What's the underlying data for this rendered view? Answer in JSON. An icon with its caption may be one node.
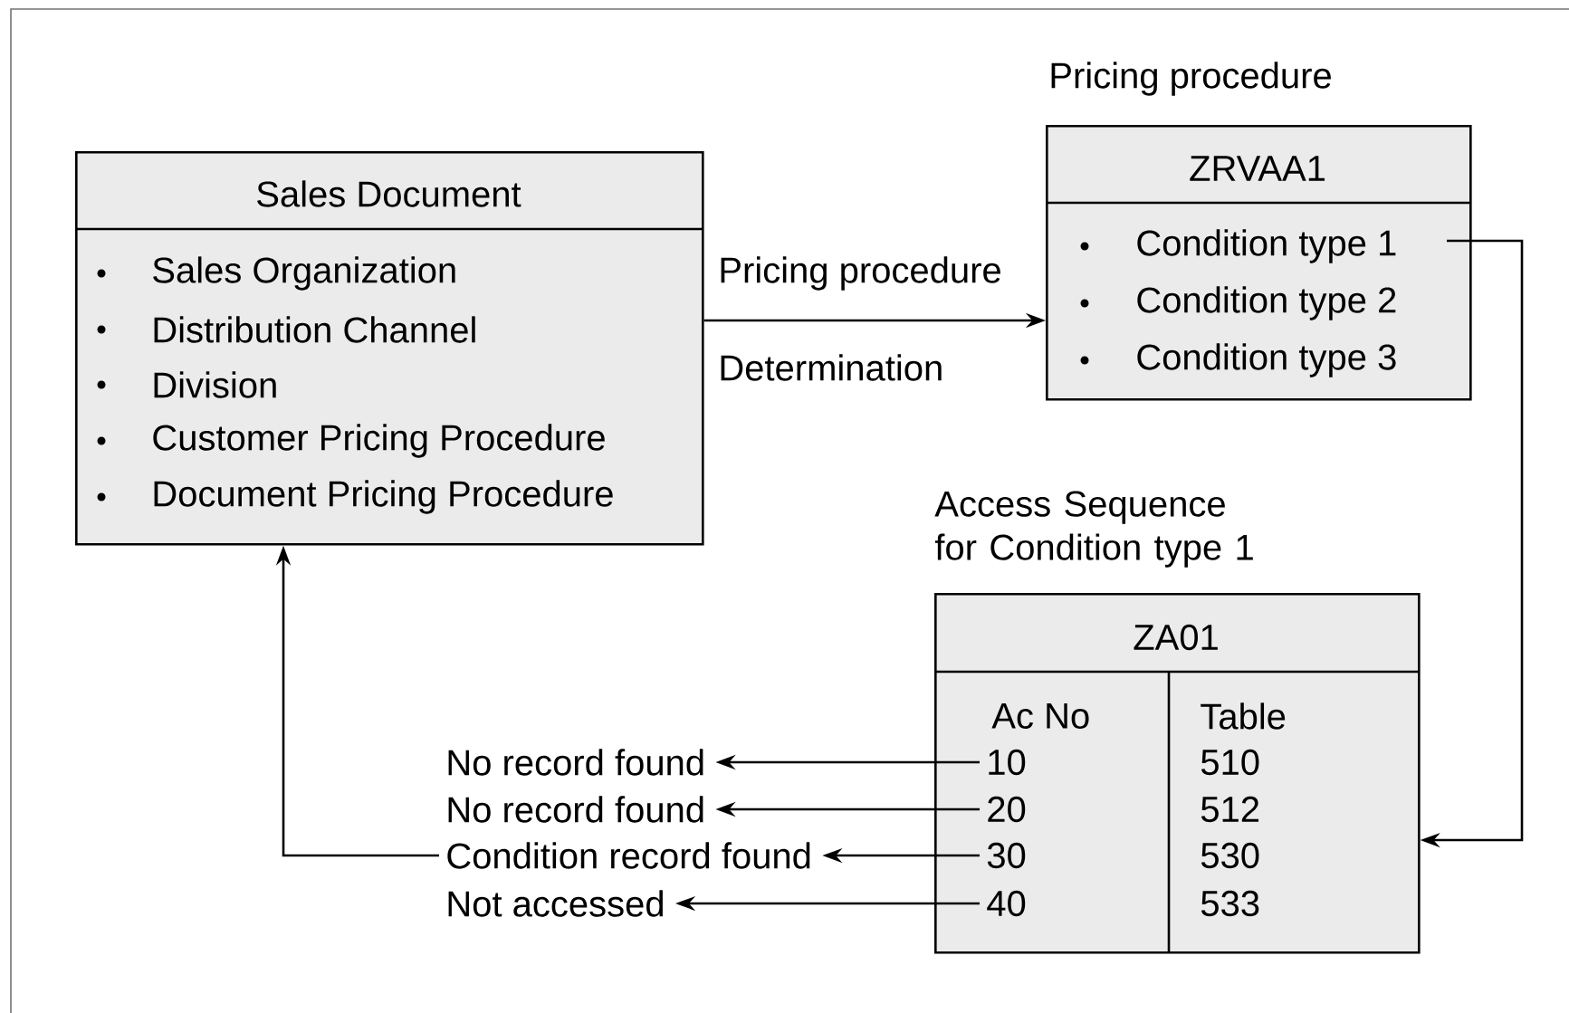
{
  "diagram": {
    "nodes": [
      {
        "text": [
          "Sales Document",
          "Sales Organization",
          "Distribution Channel",
          "Division",
          "Customer Pricing Procedure",
          "Document Pricing Procedure"
        ]
      },
      {
        "text": [
          "Pricing procedure",
          "ZRVAA1",
          "Condition type 1",
          "Condition type 2",
          "Condition type 3"
        ]
      },
      {
        "text": [
          "Access Sequence for Condition type 1",
          "ZA01",
          "Ac No",
          "Table",
          "510",
          "512",
          "530",
          "533"
        ]
      },
      {
        "text": [
          "10"
        ],
        "in": 2
      },
      {
        "text": [
          "20"
        ],
        "in": 2
      },
      {
        "text": [
          "30"
        ],
        "in": 2
      },
      {
        "text": [
          "40"
        ],
        "in": 2
      },
      {
        "text": [
          "No record found"
        ]
      },
      {
        "text": [
          "No record found"
        ]
      },
      {
        "text": [
          "Condition record found"
        ]
      },
      {
        "text": [
          "Not accessed"
        ]
      }
    ],
    "edges": [
      {
        "from": 0,
        "to": 1,
        "arrow": "to"
      },
      {
        "from": 1,
        "to": 2,
        "arrow": "to"
      },
      {
        "from": 3,
        "to": 7,
        "arrow": "to"
      },
      {
        "from": 4,
        "to": 8,
        "arrow": "to"
      },
      {
        "from": 5,
        "to": 9,
        "arrow": "to"
      },
      {
        "from": 6,
        "to": 10,
        "arrow": "to"
      },
      {
        "from": 9,
        "to": 0,
        "arrow": "to"
      }
    ],
    "labels": [
      "Pricing procedure",
      "Determination"
    ]
  }
}
